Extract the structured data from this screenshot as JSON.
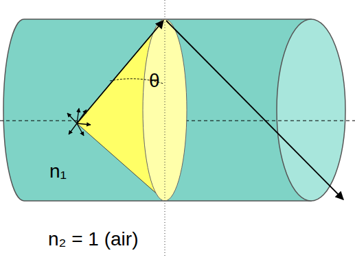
{
  "diagram": {
    "labels": [
      "θ",
      "n₁",
      "n₂ = 1 (air)"
    ]
  }
}
